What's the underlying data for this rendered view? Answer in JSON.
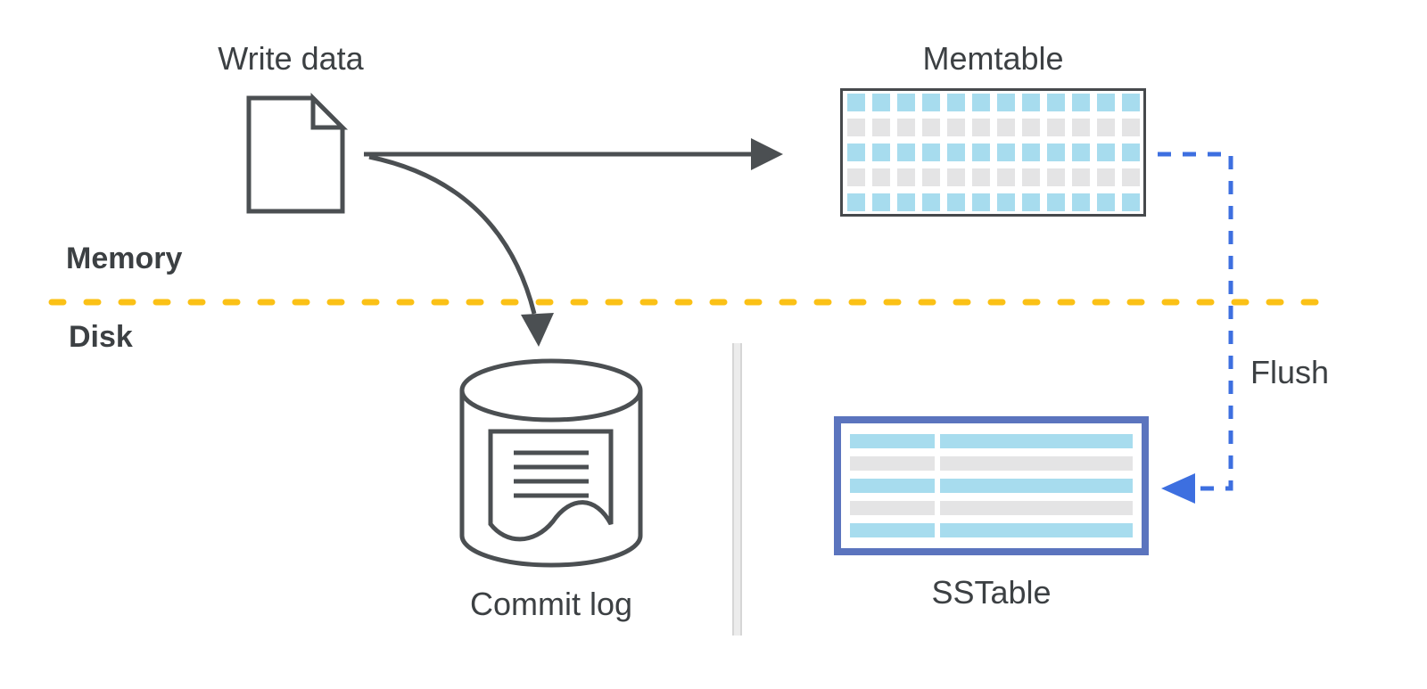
{
  "title": "LSM-tree write path diagram",
  "labels": {
    "write_data": "Write data",
    "memtable": "Memtable",
    "memory": "Memory",
    "disk": "Disk",
    "flush": "Flush",
    "commit_log": "Commit log",
    "sstable": "SSTable"
  },
  "colors": {
    "background": "#ffffff",
    "text": "#3c4043",
    "stroke_dark": "#4b4f52",
    "cell_blue": "#a7dcee",
    "cell_gray": "#e4e4e5",
    "memtable_border": "#46494c",
    "sstable_border": "#5b74be",
    "flush_blue": "#3d6fe0",
    "divider_yellow": "#fbc116",
    "separator_fill": "#ececec",
    "separator_edge": "#d6d6d6"
  },
  "zones": [
    {
      "name": "Memory",
      "position": "above yellow dashed divider"
    },
    {
      "name": "Disk",
      "position": "below yellow dashed divider"
    }
  ],
  "nodes": [
    {
      "id": "write-data",
      "label": "Write data",
      "icon": "document",
      "zone": "Memory"
    },
    {
      "id": "memtable",
      "label": "Memtable",
      "icon": "grid-of-cells",
      "zone": "Memory"
    },
    {
      "id": "commit-log",
      "label": "Commit log",
      "icon": "database-cylinder-with-log",
      "zone": "Disk"
    },
    {
      "id": "sstable",
      "label": "SSTable",
      "icon": "striped-table",
      "zone": "Disk"
    }
  ],
  "edges": [
    {
      "from": "write-data",
      "to": "memtable",
      "style": "solid-arrow"
    },
    {
      "from": "write-data",
      "to": "commit-log",
      "style": "solid-curved-arrow"
    },
    {
      "from": "memtable",
      "to": "sstable",
      "style": "blue-dashed-arrow",
      "label": "Flush"
    }
  ],
  "memtable_grid": {
    "rows": 5,
    "cols": 12,
    "row_pattern": [
      "blue",
      "gray",
      "blue",
      "gray",
      "blue"
    ]
  },
  "sstable_rows": {
    "rows": 5,
    "row_pattern": [
      "blue",
      "gray",
      "blue",
      "gray",
      "blue"
    ],
    "columns": [
      "narrow",
      "wide"
    ]
  }
}
